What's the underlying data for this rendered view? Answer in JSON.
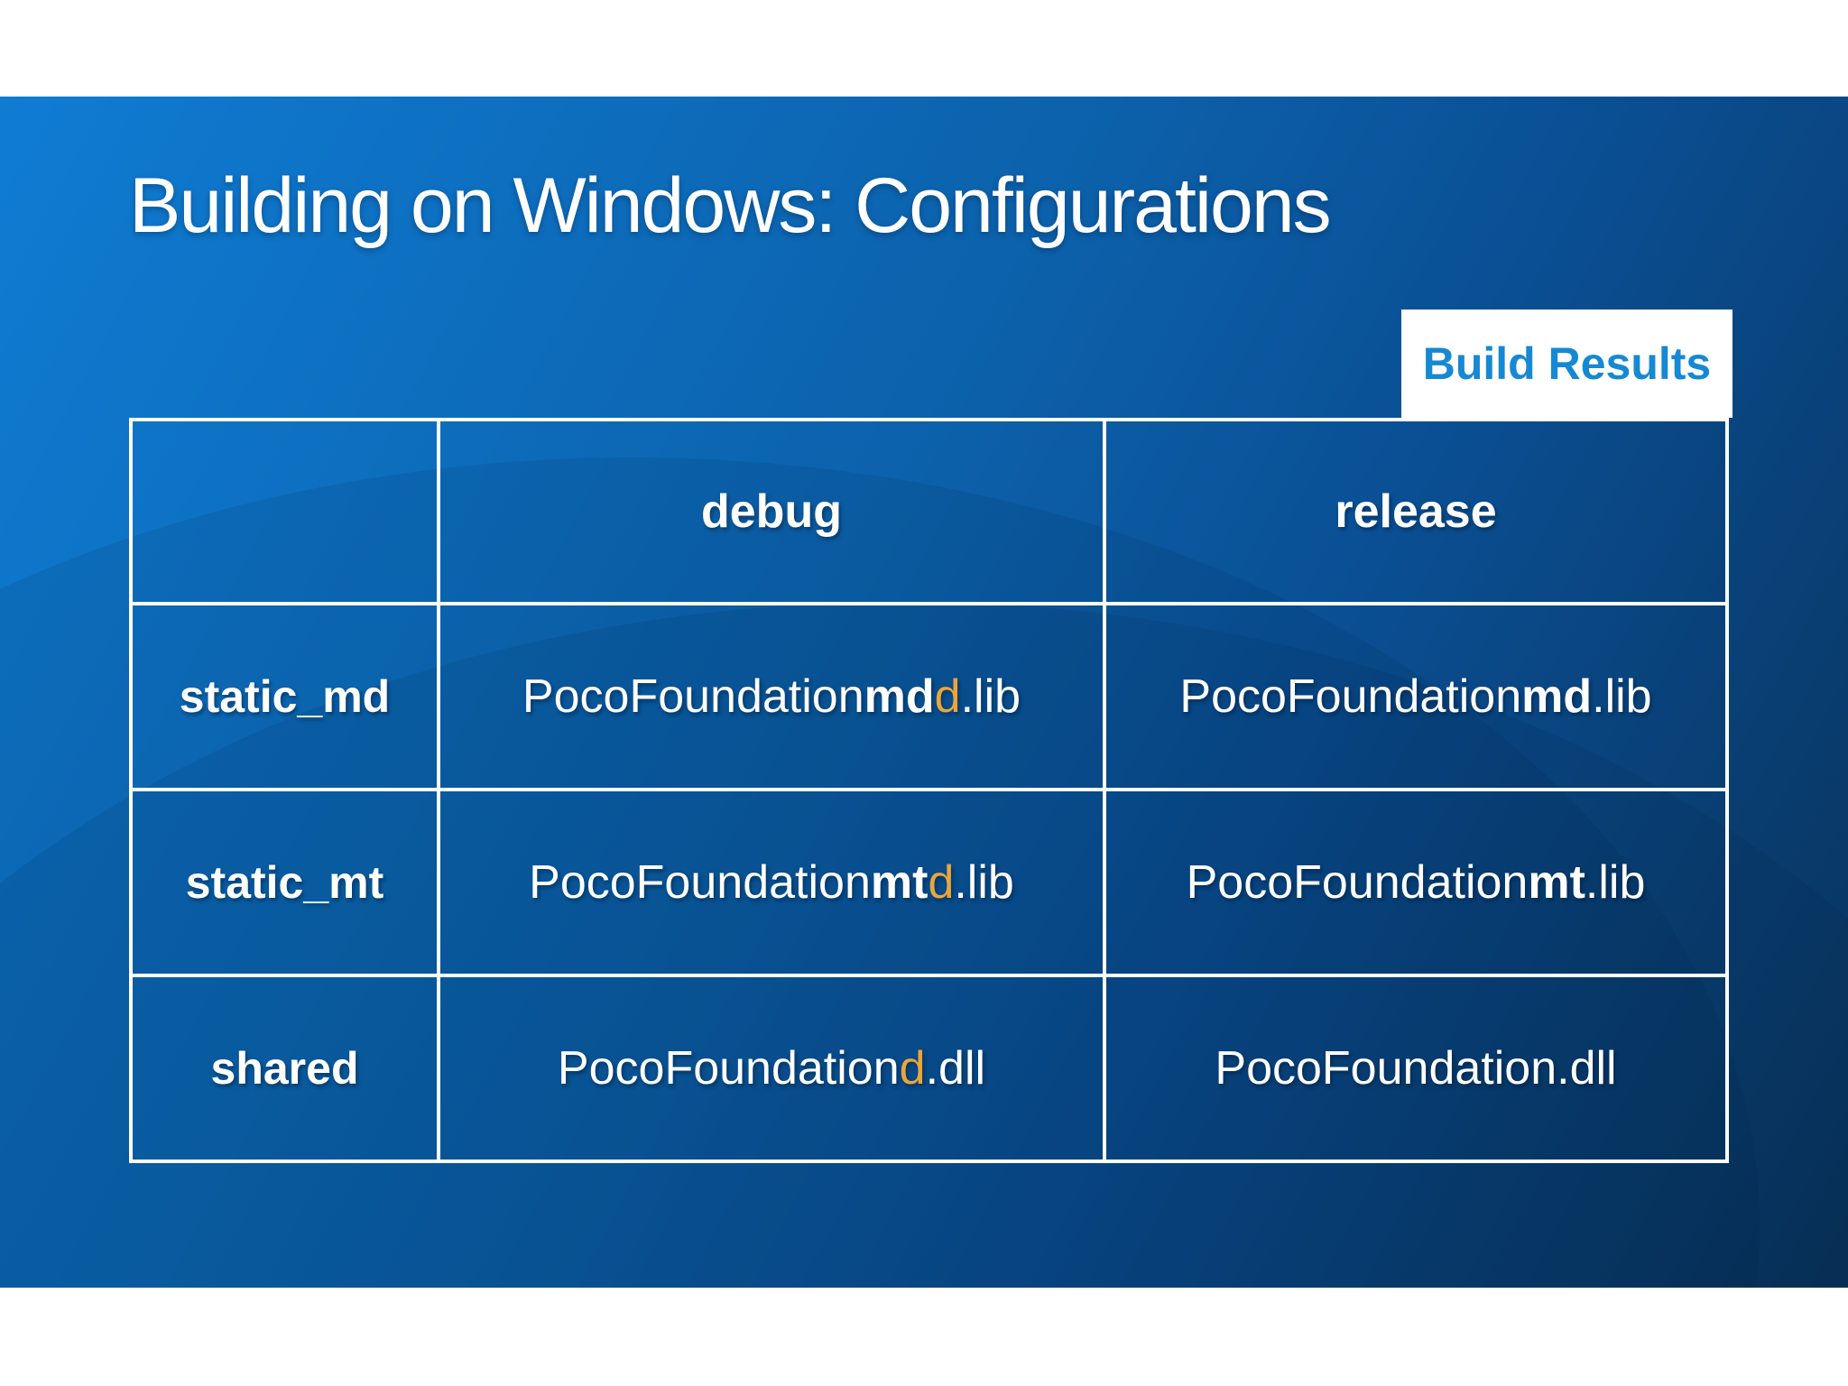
{
  "slide": {
    "title": "Building on Windows: Configurations",
    "badge": {
      "label": "Build Results",
      "text_color": "#1589d3",
      "background_color": "#ffffff"
    },
    "colors": {
      "gradient_start": "#0f7cd3",
      "gradient_end": "#083158",
      "grid_line": "#ffffff",
      "body_text": "#ffffff",
      "debug_suffix_orange": "#e9a63c"
    },
    "table": {
      "column_headers": [
        "debug",
        "release"
      ],
      "rows": [
        {
          "label": "static_md",
          "debug_text": "PocoFoundationmdd.lib",
          "release_text": "PocoFoundationmd.lib",
          "debug": [
            [
              "PocoFoundation",
              "r"
            ],
            [
              "md",
              "b"
            ],
            [
              "d",
              "o"
            ],
            [
              ".lib",
              "r"
            ]
          ],
          "release": [
            [
              "PocoFoundation",
              "r"
            ],
            [
              "md",
              "b"
            ],
            [
              ".lib",
              "r"
            ]
          ]
        },
        {
          "label": "static_mt",
          "debug_text": "PocoFoundationmtd.lib",
          "release_text": "PocoFoundationmt.lib",
          "debug": [
            [
              "PocoFoundation",
              "r"
            ],
            [
              "mt",
              "b"
            ],
            [
              "d",
              "o"
            ],
            [
              ".lib",
              "r"
            ]
          ],
          "release": [
            [
              "PocoFoundation",
              "r"
            ],
            [
              "mt",
              "b"
            ],
            [
              ".lib",
              "r"
            ]
          ]
        },
        {
          "label": "shared",
          "debug_text": "PocoFoundationd.dll",
          "release_text": "PocoFoundation.dll",
          "debug": [
            [
              "PocoFoundation",
              "r"
            ],
            [
              "d",
              "o"
            ],
            [
              ".dll",
              "r"
            ]
          ],
          "release": [
            [
              "PocoFoundation",
              "r"
            ],
            [
              ".dll",
              "r"
            ]
          ]
        }
      ]
    }
  }
}
